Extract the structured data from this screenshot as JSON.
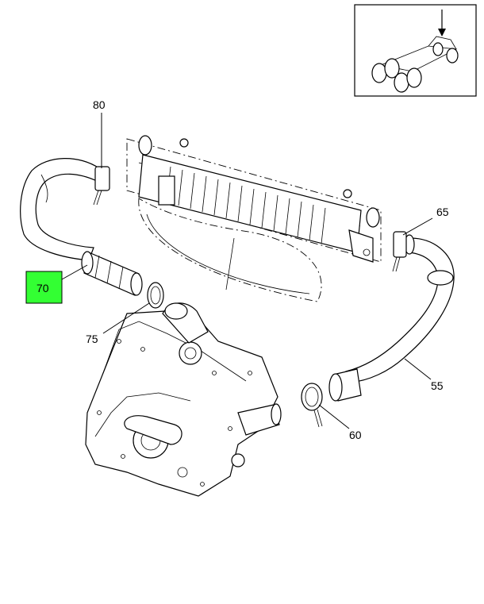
{
  "callouts": {
    "c80": "80",
    "c65": "65",
    "c70": "70",
    "c75": "75",
    "c55": "55",
    "c60": "60"
  },
  "highlight_color": "#33ff33"
}
